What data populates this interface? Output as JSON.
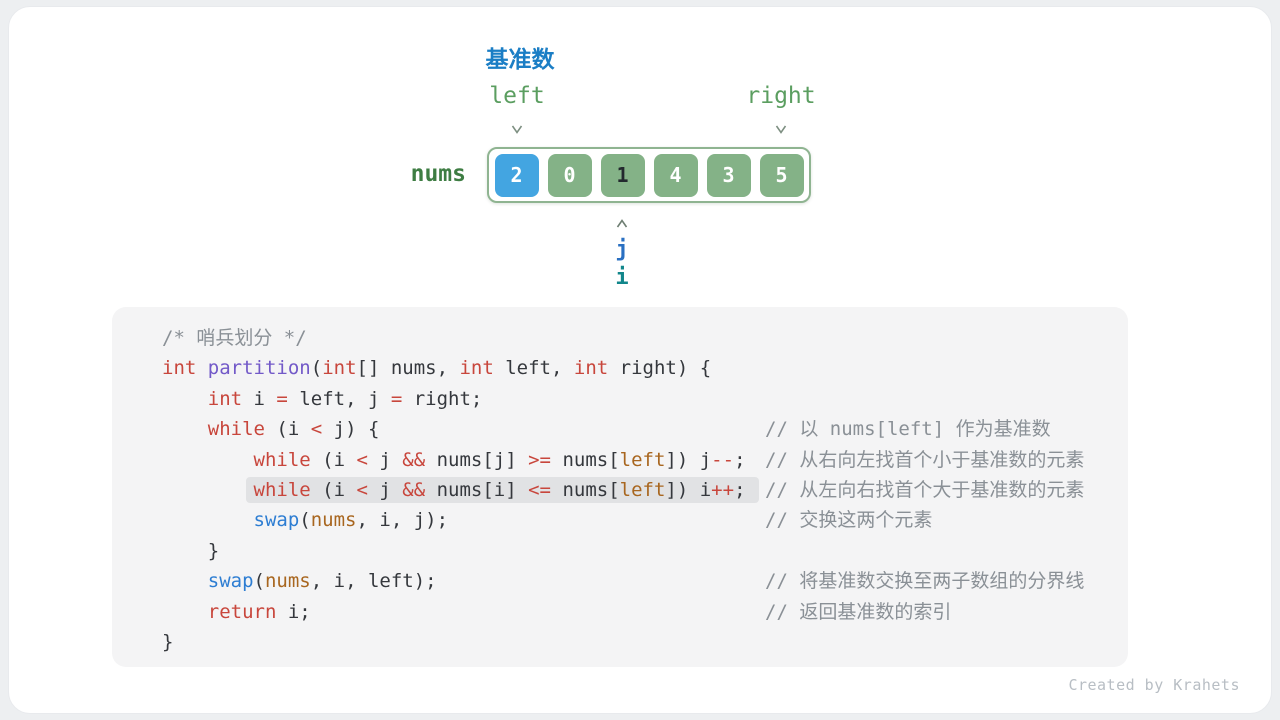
{
  "colors": {
    "pivot_label_blue": "#1b7ec5",
    "pointer_green": "#5b9e60",
    "nums_label_green": "#3e7d43",
    "cell_green": "#84b287",
    "cell_pivot_blue": "#43a5e1",
    "pointer_j_blue": "#2a70c2",
    "pointer_i_teal": "#11868b",
    "code_bg": "#f4f4f5",
    "highlight_bg": "#e1e2e4",
    "keyword_red": "#c8463c",
    "function_purple": "#7259c8",
    "call_blue": "#2d7dd2",
    "identifier_orange": "#a8661f",
    "comment_gray": "#8a9096"
  },
  "diagram": {
    "pivot_label": "基准数",
    "left_label": "left",
    "right_label": "right",
    "nums_label": "nums",
    "cells": [
      {
        "value": "2",
        "variant": "pivot"
      },
      {
        "value": "0",
        "variant": "normal"
      },
      {
        "value": "1",
        "variant": "focus"
      },
      {
        "value": "4",
        "variant": "normal"
      },
      {
        "value": "3",
        "variant": "normal"
      },
      {
        "value": "5",
        "variant": "normal"
      }
    ],
    "pointer_j_label": "j",
    "pointer_i_label": "i"
  },
  "code": {
    "lines": [
      {
        "indent": "",
        "hl": false,
        "comment": "",
        "tokens": [
          {
            "t": "/* 哨兵划分 */",
            "c": "c"
          }
        ]
      },
      {
        "indent": "",
        "hl": false,
        "comment": "",
        "tokens": [
          {
            "t": "int",
            "c": "k"
          },
          {
            "t": " ",
            "c": "p"
          },
          {
            "t": "partition",
            "c": "f"
          },
          {
            "t": "(",
            "c": "p"
          },
          {
            "t": "int",
            "c": "k"
          },
          {
            "t": "[] nums, ",
            "c": "p"
          },
          {
            "t": "int",
            "c": "k"
          },
          {
            "t": " left, ",
            "c": "p"
          },
          {
            "t": "int",
            "c": "k"
          },
          {
            "t": " right) {",
            "c": "p"
          }
        ]
      },
      {
        "indent": "    ",
        "hl": false,
        "comment": "",
        "tokens": [
          {
            "t": "int",
            "c": "k"
          },
          {
            "t": " i ",
            "c": "p"
          },
          {
            "t": "=",
            "c": "k"
          },
          {
            "t": " left, j ",
            "c": "p"
          },
          {
            "t": "=",
            "c": "k"
          },
          {
            "t": " right;",
            "c": "p"
          }
        ]
      },
      {
        "indent": "    ",
        "hl": false,
        "comment": "// 以 nums[left] 作为基准数",
        "tokens": [
          {
            "t": "while",
            "c": "k"
          },
          {
            "t": " (i ",
            "c": "p"
          },
          {
            "t": "<",
            "c": "k"
          },
          {
            "t": " j) {",
            "c": "p"
          }
        ]
      },
      {
        "indent": "        ",
        "hl": false,
        "comment": "// 从右向左找首个小于基准数的元素",
        "tokens": [
          {
            "t": "while",
            "c": "k"
          },
          {
            "t": " (i ",
            "c": "p"
          },
          {
            "t": "<",
            "c": "k"
          },
          {
            "t": " j ",
            "c": "p"
          },
          {
            "t": "&&",
            "c": "k"
          },
          {
            "t": " nums[j] ",
            "c": "p"
          },
          {
            "t": ">=",
            "c": "k"
          },
          {
            "t": " nums[",
            "c": "p"
          },
          {
            "t": "left",
            "c": "o"
          },
          {
            "t": "]) j",
            "c": "p"
          },
          {
            "t": "--",
            "c": "k"
          },
          {
            "t": ";",
            "c": "p"
          }
        ]
      },
      {
        "indent": "        ",
        "hl": true,
        "comment": "// 从左向右找首个大于基准数的元素",
        "tokens": [
          {
            "t": "while",
            "c": "k"
          },
          {
            "t": " (i ",
            "c": "p"
          },
          {
            "t": "<",
            "c": "k"
          },
          {
            "t": " j ",
            "c": "p"
          },
          {
            "t": "&&",
            "c": "k"
          },
          {
            "t": " nums[i] ",
            "c": "p"
          },
          {
            "t": "<=",
            "c": "k"
          },
          {
            "t": " nums[",
            "c": "p"
          },
          {
            "t": "left",
            "c": "o"
          },
          {
            "t": "]) i",
            "c": "p"
          },
          {
            "t": "++",
            "c": "k"
          },
          {
            "t": ";",
            "c": "p"
          }
        ]
      },
      {
        "indent": "        ",
        "hl": false,
        "comment": "// 交换这两个元素",
        "tokens": [
          {
            "t": "swap",
            "c": "b"
          },
          {
            "t": "(",
            "c": "p"
          },
          {
            "t": "nums",
            "c": "o"
          },
          {
            "t": ", i, j);",
            "c": "p"
          }
        ]
      },
      {
        "indent": "    ",
        "hl": false,
        "comment": "",
        "tokens": [
          {
            "t": "}",
            "c": "p"
          }
        ]
      },
      {
        "indent": "    ",
        "hl": false,
        "comment": "// 将基准数交换至两子数组的分界线",
        "tokens": [
          {
            "t": "swap",
            "c": "b"
          },
          {
            "t": "(",
            "c": "p"
          },
          {
            "t": "nums",
            "c": "o"
          },
          {
            "t": ", i, left);",
            "c": "p"
          }
        ]
      },
      {
        "indent": "    ",
        "hl": false,
        "comment": "// 返回基准数的索引",
        "tokens": [
          {
            "t": "return",
            "c": "k"
          },
          {
            "t": " i;",
            "c": "p"
          }
        ]
      },
      {
        "indent": "",
        "hl": false,
        "comment": "",
        "tokens": [
          {
            "t": "}",
            "c": "p"
          }
        ]
      }
    ]
  },
  "footer": {
    "credit": "Created by Krahets"
  }
}
